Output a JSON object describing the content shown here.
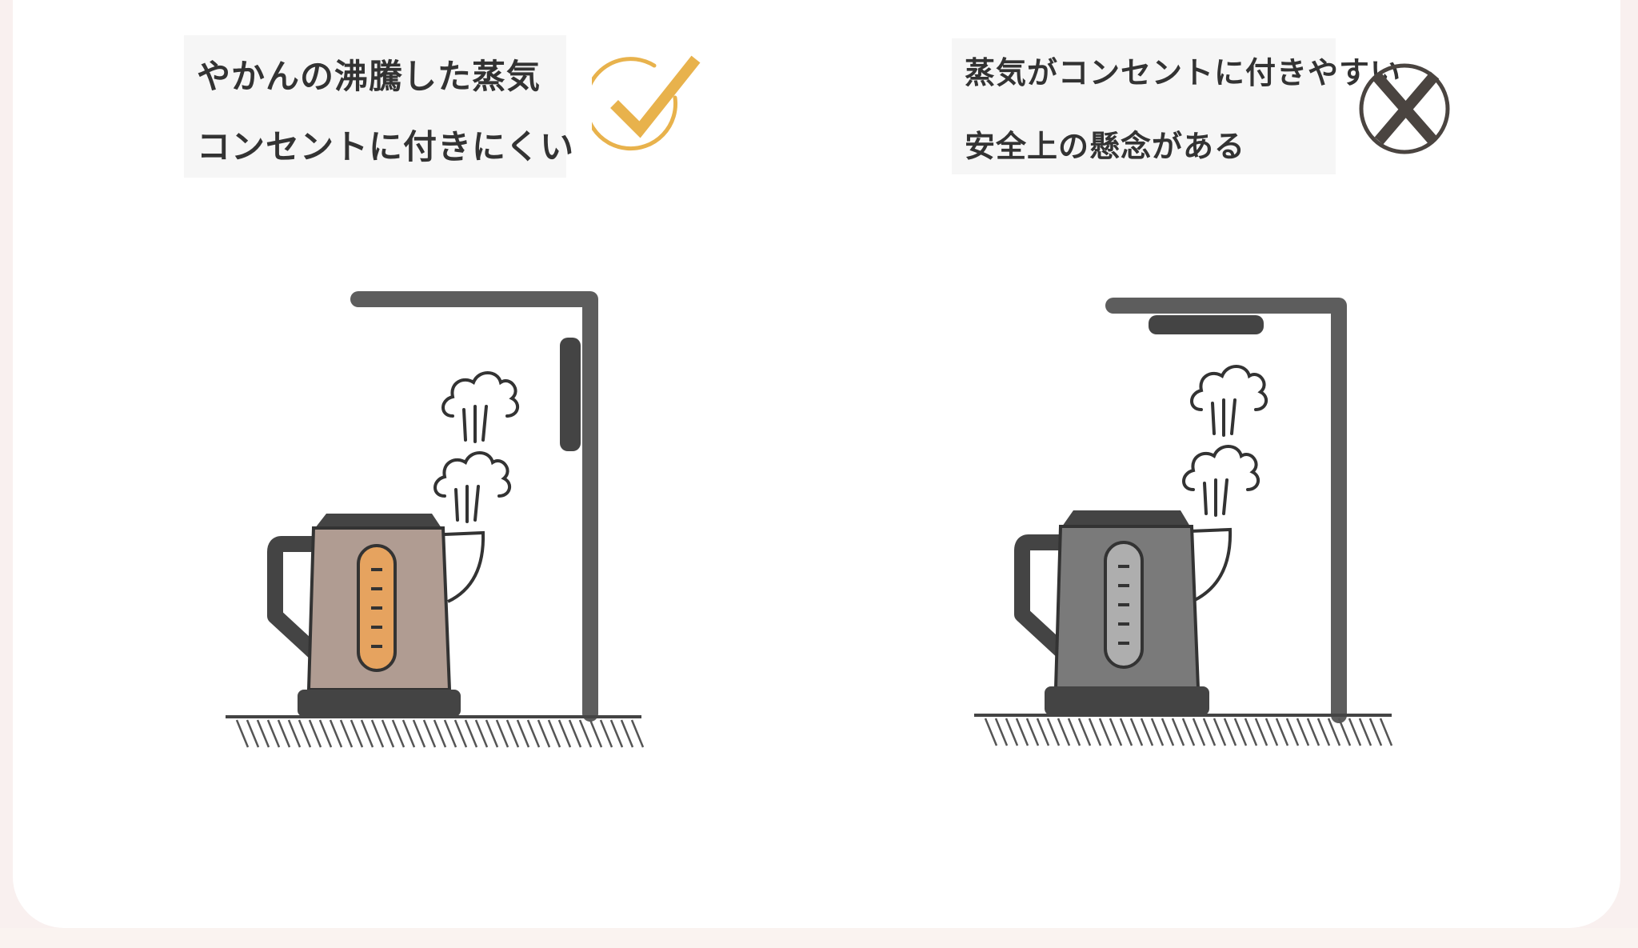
{
  "left_panel": {
    "line1": "やかんの沸騰した蒸気",
    "line2": "コンセントに付きにくい",
    "mark_icon": "check-circle-icon",
    "mark_color": "#e8b24c",
    "kettle_body_color": "#b09c92",
    "kettle_window_color": "#e6a35f"
  },
  "right_panel": {
    "line1": "蒸気がコンセントに付きやすい",
    "line2": "安全上の懸念がある",
    "mark_icon": "cross-circle-icon",
    "mark_color": "#4a4440",
    "kettle_body_color": "#7a7a7a",
    "kettle_window_color": "#aeaeae"
  },
  "colors": {
    "structure": "#5d5d5d",
    "dark": "#444444",
    "outline": "#333333"
  }
}
